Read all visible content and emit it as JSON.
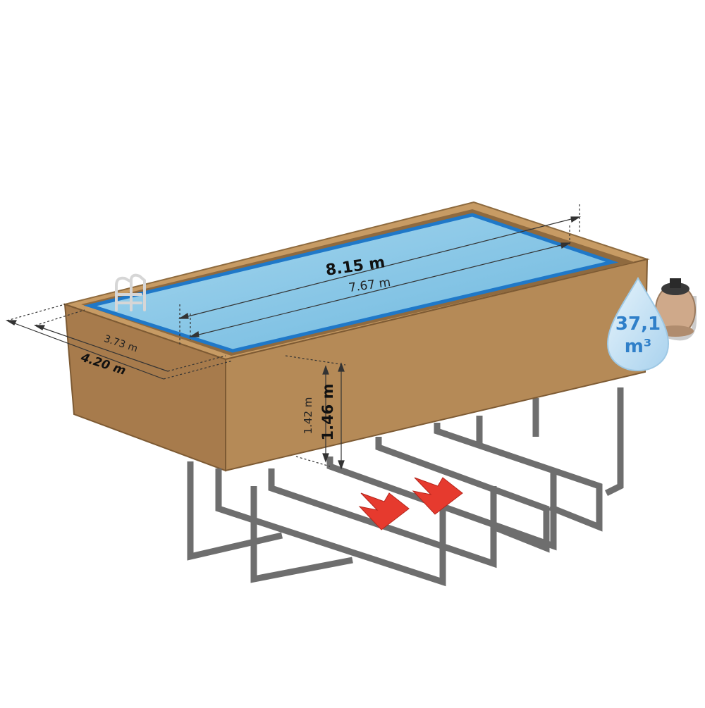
{
  "dimensions": {
    "outer_length": "8.15 m",
    "inner_length": "7.67 m",
    "inner_width": "3.73 m",
    "outer_width": "4.20 m",
    "inner_height": "1.42 m",
    "outer_height": "1.46 m"
  },
  "volume": {
    "value": "37,1",
    "unit": "m³"
  },
  "colors": {
    "wood": "#b58a57",
    "water": "#7ec4e6",
    "frame": "#6e6e6e",
    "arrow": "#e63a2e",
    "drop": "#c9e4f5"
  }
}
